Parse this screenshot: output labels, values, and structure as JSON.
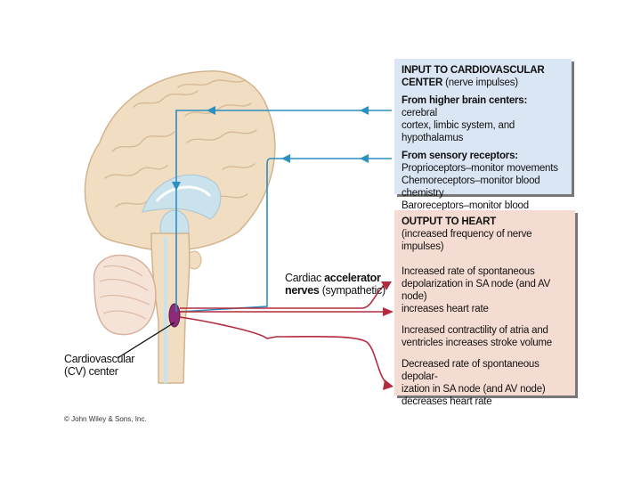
{
  "input_panel": {
    "title_line1": "INPUT TO CARDIOVASCULAR",
    "title_line2_bold": "CENTER",
    "title_line2_rest": " (nerve impulses)",
    "higher_bold": "From higher brain centers:",
    "higher_rest1": " cerebral",
    "higher_rest2": "cortex, limbic system, and hypothalamus",
    "sensory_bold": "From sensory receptors:",
    "sensory_items": [
      "Proprioceptors–monitor movements",
      "Chemoreceptors–monitor blood chemistry",
      "Baroreceptors–monitor blood pressure"
    ]
  },
  "output_panel": {
    "title": "OUTPUT TO HEART",
    "subtitle": "(increased frequency of nerve impulses)",
    "item1": [
      "Increased rate of spontaneous",
      "depolarization in SA node (and AV node)",
      "increases heart rate"
    ],
    "item2": [
      "Increased contractility of atria and",
      "ventricles increases stroke volume"
    ],
    "item3": [
      "Decreased rate of spontaneous depolar-",
      "ization in SA node (and AV node)",
      "decreases heart rate"
    ]
  },
  "labels": {
    "cv_line1": "Cardiovascular",
    "cv_line2": "(CV) center",
    "nerve_line1_a": "Cardiac ",
    "nerve_line1_b": "accelerator",
    "nerve_line2_a": "nerves",
    "nerve_line2_b": " (sympathetic)"
  },
  "copyright": "© John Wiley & Sons, Inc.",
  "colors": {
    "input_panel": "#dbe6f4",
    "output_panel": "#f5dcd2",
    "input_arrow": "#2b8fc0",
    "output_arrow": "#b42a3f",
    "brain": "#f1ddc1",
    "cv_center": "#8e2a78"
  }
}
